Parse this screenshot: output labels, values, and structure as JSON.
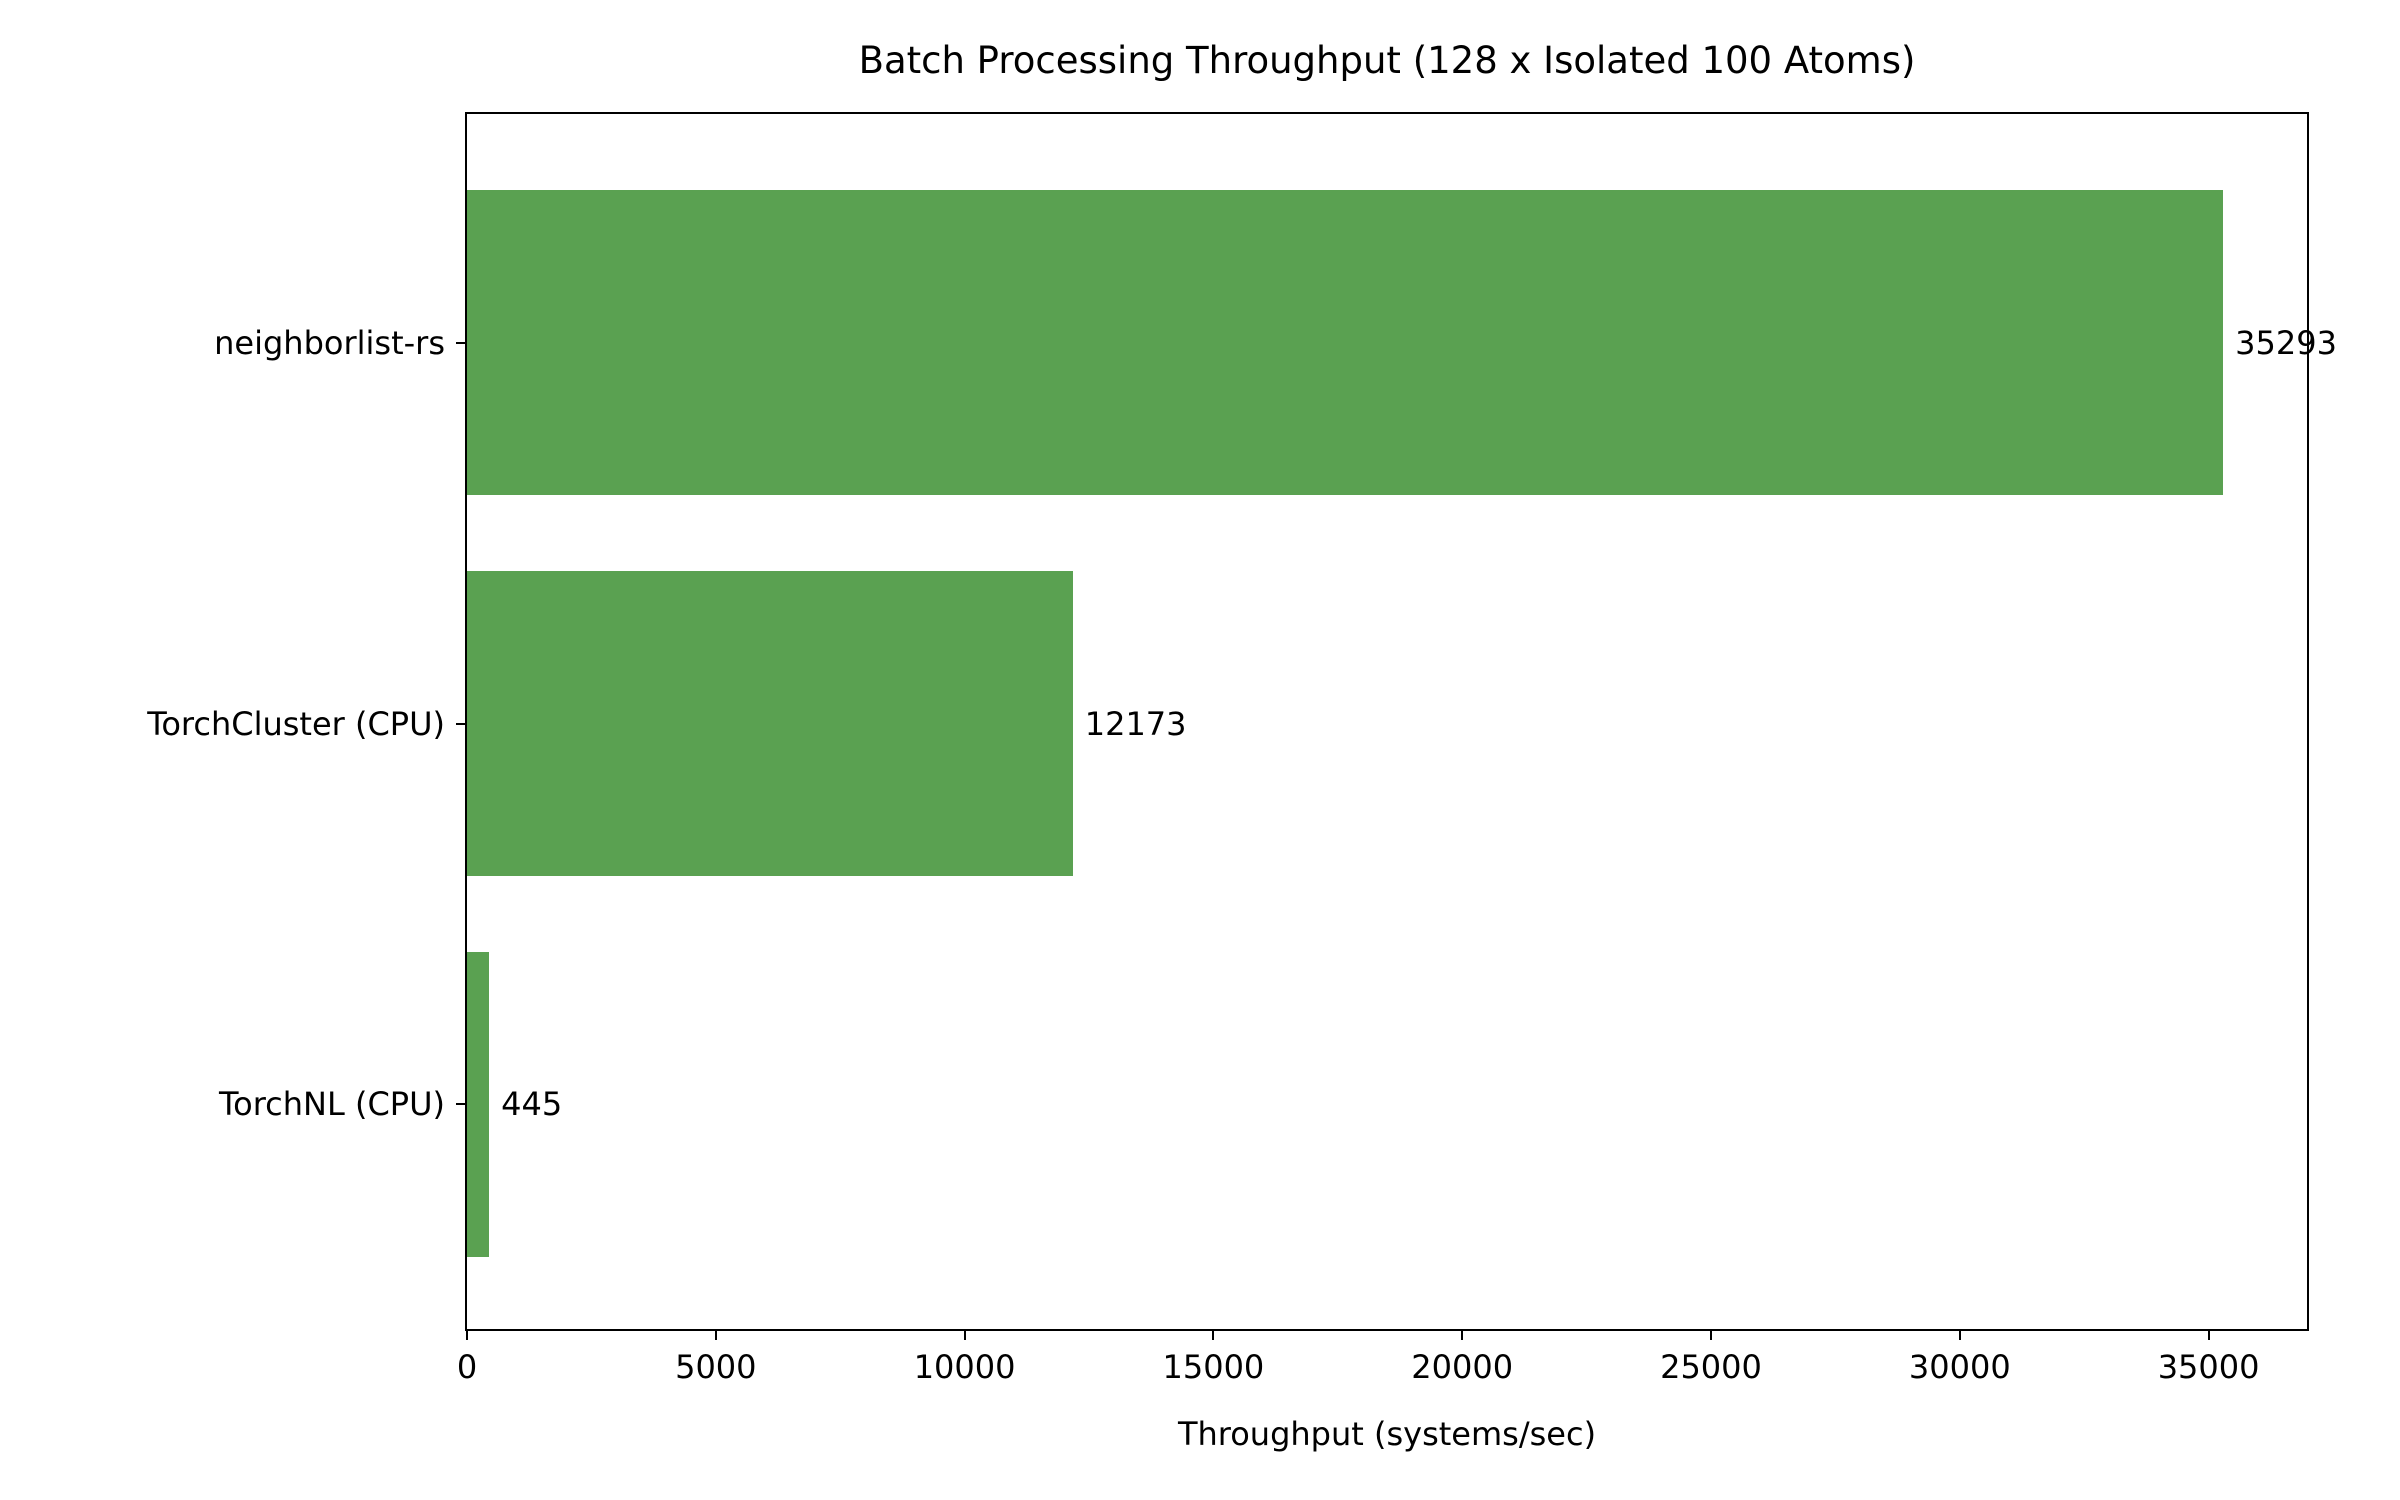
{
  "chart_data": {
    "type": "bar",
    "orientation": "horizontal",
    "title": "Batch Processing Throughput (128 x Isolated 100 Atoms)",
    "xlabel": "Throughput (systems/sec)",
    "ylabel": "",
    "categories": [
      "neighborlist-rs",
      "TorchCluster (CPU)",
      "TorchNL (CPU)"
    ],
    "values": [
      35293,
      12173,
      445
    ],
    "value_labels": [
      "35293",
      "12173",
      "445"
    ],
    "xlim": [
      0,
      37058
    ],
    "xticks": [
      0,
      5000,
      10000,
      15000,
      20000,
      25000,
      30000,
      35000
    ],
    "xtick_labels": [
      "0",
      "5000",
      "10000",
      "15000",
      "20000",
      "25000",
      "30000",
      "35000"
    ],
    "grid": false,
    "legend": null,
    "bar_color": "#5aa151"
  }
}
